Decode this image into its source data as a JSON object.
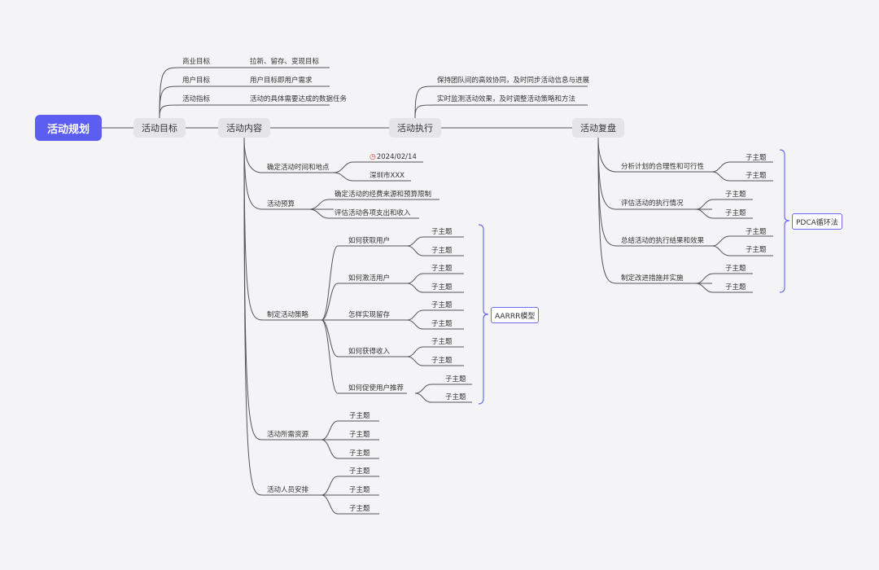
{
  "root": "活动规划",
  "topics": {
    "goal": "活动目标",
    "content": "活动内容",
    "exec": "活动执行",
    "review": "活动复盘"
  },
  "goal_items": [
    {
      "label": "商业目标",
      "desc": "拉新、留存、变现目标"
    },
    {
      "label": "用户目标",
      "desc": "用户目标即用户需求"
    },
    {
      "label": "活动指标",
      "desc": "活动的具体需要达成的数据任务"
    }
  ],
  "exec_items": [
    "保持团队间的高效协同，及时同步活动信息与进展",
    "实时监测活动效果，及时调整活动策略和方法"
  ],
  "content_items": {
    "time_place": {
      "label": "确定活动时间和地点",
      "date": "2024/02/14",
      "city": "深圳市XXX"
    },
    "budget": {
      "label": "活动预算",
      "children": [
        "确定活动的经费来源和预算限制",
        "评估活动各项支出和收入"
      ]
    },
    "strategy": {
      "label": "制定活动策略",
      "children": [
        "如何获取用户",
        "如何激活用户",
        "怎样实现留存",
        "如何获得收入",
        "如何促使用户推荐"
      ],
      "sub": "子主题",
      "summary": "AARRR模型"
    },
    "resources": {
      "label": "活动所需资源",
      "children": [
        "子主题",
        "子主题",
        "子主题"
      ]
    },
    "staff": {
      "label": "活动人员安排",
      "children": [
        "子主题",
        "子主题",
        "子主题"
      ]
    }
  },
  "review_items": {
    "children": [
      "分析计划的合理性和可行性",
      "评估活动的执行情况",
      "总结活动的执行结果和效果",
      "制定改进措施并实施"
    ],
    "sub": "子主题",
    "summary": "PDCA循环法"
  },
  "colors": {
    "root": "#5b5ef0",
    "topic_bg": "#e5e5e8",
    "line": "#555555",
    "summary_bracket": "#6a6df2",
    "clock": "#e53935"
  }
}
